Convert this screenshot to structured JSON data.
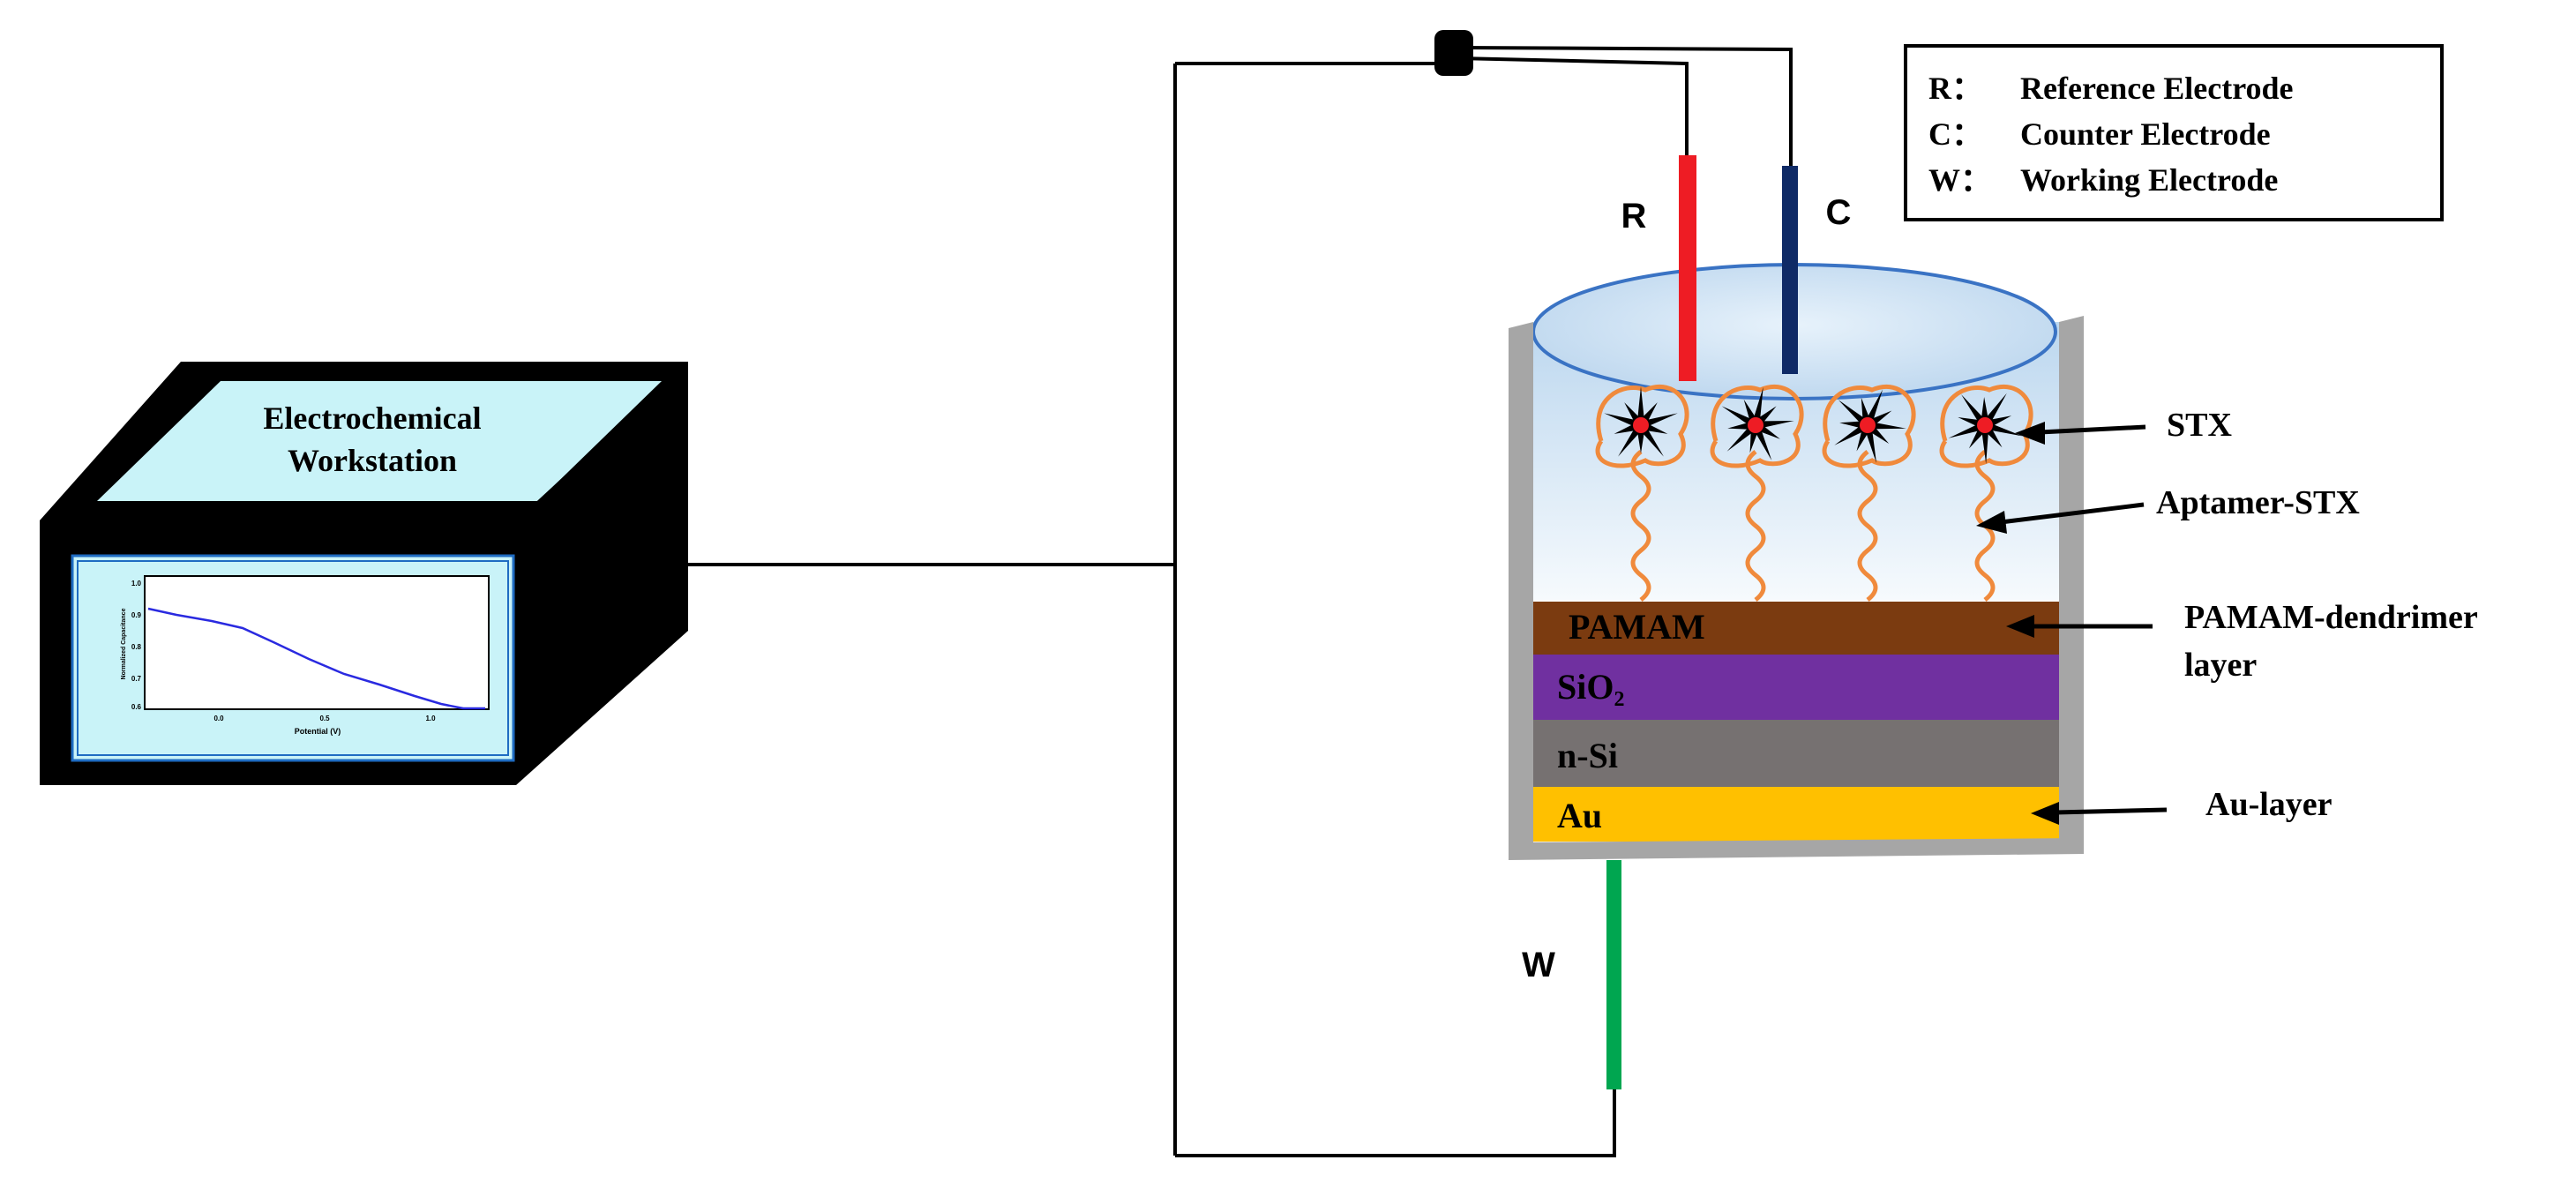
{
  "workstation": {
    "title_line1": "Electrochemical",
    "title_line2": "Workstation",
    "screen_colors": {
      "face": "#c9f3f8",
      "plot_bg": "#ffffff",
      "line": "#2a2ae0"
    },
    "mini_plot": {
      "ylabel": "Normalized Capacitance",
      "xlabel": "Potential (V)",
      "yticks": [
        "1.0",
        "0.9",
        "0.8",
        "0.7",
        "0.6"
      ],
      "xticks": [
        "0.0",
        "0.5",
        "1.0"
      ]
    }
  },
  "electrodes": {
    "R": {
      "label": "R",
      "color": "#ee1c24"
    },
    "C": {
      "label": "C",
      "color": "#0f2a66"
    },
    "W": {
      "label": "W",
      "color": "#00a650"
    }
  },
  "legend": {
    "items": [
      {
        "key": "R：",
        "text": "Reference Electrode"
      },
      {
        "key": "C：",
        "text": "Counter Electrode"
      },
      {
        "key": "W：",
        "text": "Working Electrode"
      }
    ]
  },
  "layers": [
    {
      "label": "PAMAM",
      "color": "#7b3b10"
    },
    {
      "label": "SiO₂",
      "color": "#7030a0"
    },
    {
      "label": "n-Si",
      "color": "#767171"
    },
    {
      "label": "Au",
      "color": "#ffc000"
    }
  ],
  "annotations": {
    "stx": "STX",
    "aptamer": "Aptamer-STX",
    "pamam_line1": "PAMAM-dendrimer",
    "pamam_line2": "layer",
    "au": "Au-layer"
  },
  "colors": {
    "aptamer": "#f08a3c",
    "wire": "#000000",
    "cell_wall": "#a6a6a6",
    "solution_top": "#c7def2",
    "solution_bottom": "#f4f9fd"
  }
}
